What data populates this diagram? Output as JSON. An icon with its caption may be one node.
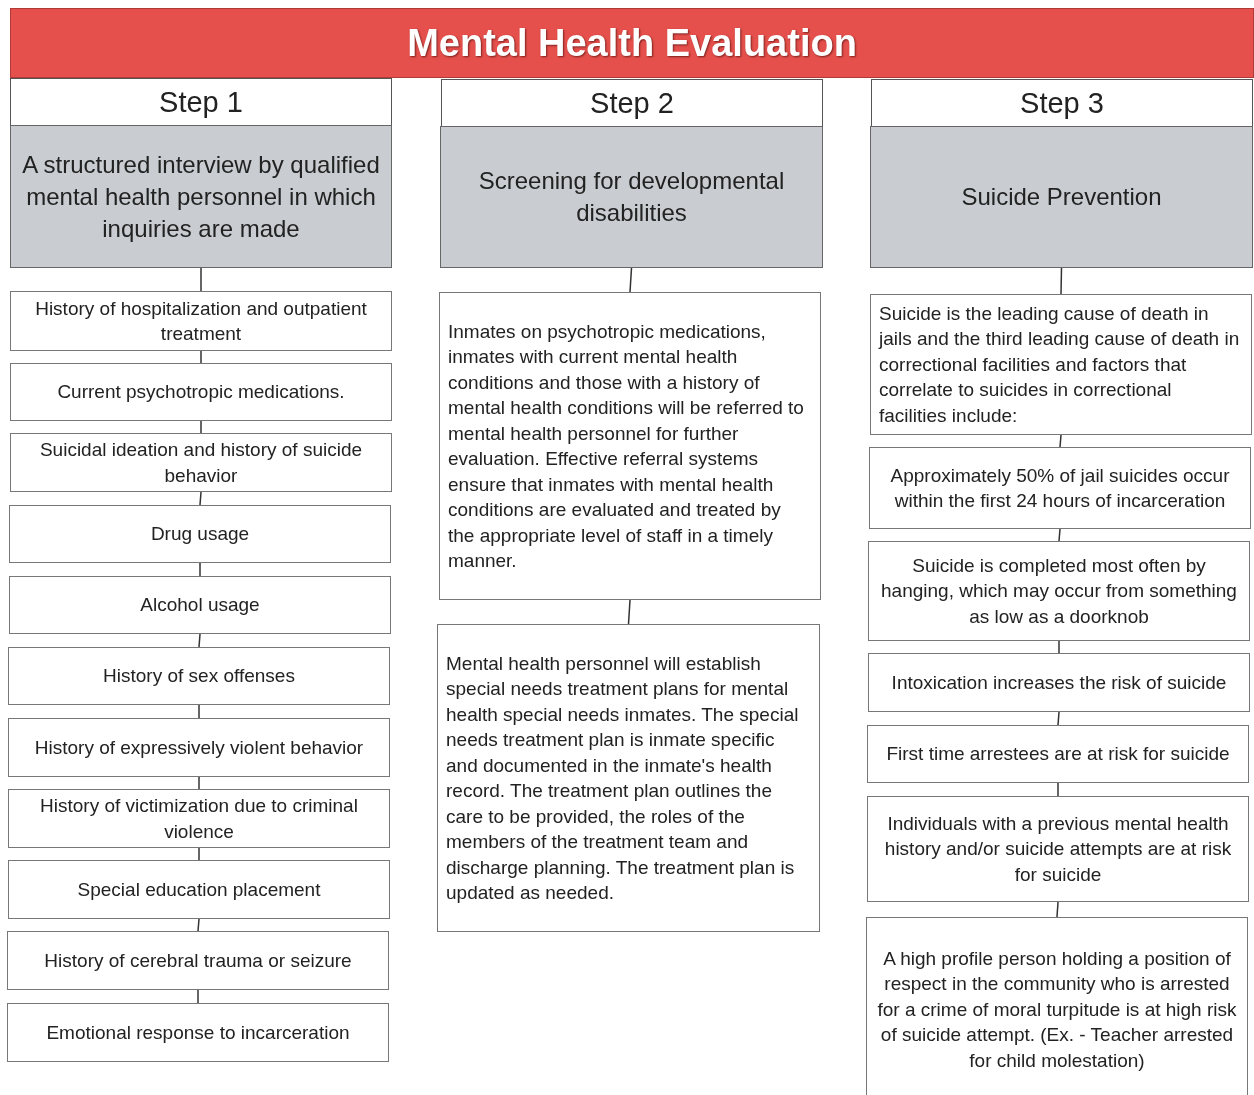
{
  "diagram": {
    "title": "Mental Health Evaluation",
    "nodes": [
      {
        "text": [
          "Step 1"
        ]
      },
      {
        "text": [
          "A structured interview by qualified mental health personnel in which inquiries are made"
        ]
      },
      {
        "text": [
          "History of hospitalization and outpatient treatment"
        ]
      },
      {
        "text": [
          "Current psychotropic medications."
        ]
      },
      {
        "text": [
          "Suicidal ideation and history of suicide behavior"
        ]
      },
      {
        "text": [
          "Drug usage"
        ]
      },
      {
        "text": [
          "Alcohol usage"
        ]
      },
      {
        "text": [
          "History of sex offenses"
        ]
      },
      {
        "text": [
          "History of expressively violent behavior"
        ]
      },
      {
        "text": [
          "History of victimization due to criminal violence"
        ]
      },
      {
        "text": [
          "Special education placement"
        ]
      },
      {
        "text": [
          "History of cerebral trauma or seizure"
        ]
      },
      {
        "text": [
          "Emotional response to incarceration"
        ]
      },
      {
        "text": [
          "Step 2"
        ]
      },
      {
        "text": [
          "Screening for developmental disabilities"
        ]
      },
      {
        "text": [
          "Inmates on psychotropic medications, inmates with current mental health conditions and those with a history of mental health conditions will be referred to mental health personnel for further evaluation.  Effective referral systems ensure that inmates with mental health conditions are evaluated and treated by the appropriate level of staff in a timely manner."
        ]
      },
      {
        "text": [
          "Mental health personnel will establish special needs treatment plans for mental health special needs inmates. The special needs treatment plan is inmate specific and documented in the inmate's health record.  The treatment plan outlines the care to be provided, the roles of the members of the treatment team and discharge planning.  The treatment plan is updated as needed."
        ]
      },
      {
        "text": [
          "Step 3"
        ]
      },
      {
        "text": [
          "Suicide Prevention"
        ]
      },
      {
        "text": [
          "Suicide is the leading cause of death in jails and the third leading cause of death in correctional facilities and factors that correlate to suicides in correctional facilities include:"
        ]
      },
      {
        "text": [
          "Approximately 50% of jail suicides occur within the first 24 hours of incarceration"
        ]
      },
      {
        "text": [
          "Suicide is completed most often by hanging, which may occur from something as low as a doorknob"
        ]
      },
      {
        "text": [
          "Intoxication increases the risk of suicide"
        ]
      },
      {
        "text": [
          "First time arrestees are at risk for suicide"
        ]
      },
      {
        "text": [
          "Individuals with a previous mental health history and/or suicide attempts are at risk for suicide"
        ]
      },
      {
        "text": [
          "A high profile person holding a position of respect in the community who is arrested for a crime of moral turpitude is at high risk of suicide attempt. (Ex. - Teacher arrested for child molestation)"
        ]
      }
    ],
    "edges": [
      {
        "from": 1,
        "to": 2,
        "arrow": "none"
      },
      {
        "from": 2,
        "to": 3,
        "arrow": "none"
      },
      {
        "from": 3,
        "to": 4,
        "arrow": "none"
      },
      {
        "from": 4,
        "to": 5,
        "arrow": "none"
      },
      {
        "from": 5,
        "to": 6,
        "arrow": "none"
      },
      {
        "from": 6,
        "to": 7,
        "arrow": "none"
      },
      {
        "from": 7,
        "to": 8,
        "arrow": "none"
      },
      {
        "from": 8,
        "to": 9,
        "arrow": "none"
      },
      {
        "from": 9,
        "to": 10,
        "arrow": "none"
      },
      {
        "from": 10,
        "to": 11,
        "arrow": "none"
      },
      {
        "from": 11,
        "to": 12,
        "arrow": "none"
      },
      {
        "from": 14,
        "to": 15,
        "arrow": "none"
      },
      {
        "from": 15,
        "to": 16,
        "arrow": "none"
      },
      {
        "from": 18,
        "to": 19,
        "arrow": "none"
      },
      {
        "from": 19,
        "to": 20,
        "arrow": "none"
      },
      {
        "from": 20,
        "to": 21,
        "arrow": "none"
      },
      {
        "from": 21,
        "to": 22,
        "arrow": "none"
      },
      {
        "from": 22,
        "to": 23,
        "arrow": "none"
      },
      {
        "from": 23,
        "to": 24,
        "arrow": "none"
      },
      {
        "from": 24,
        "to": 25,
        "arrow": "none"
      }
    ]
  }
}
